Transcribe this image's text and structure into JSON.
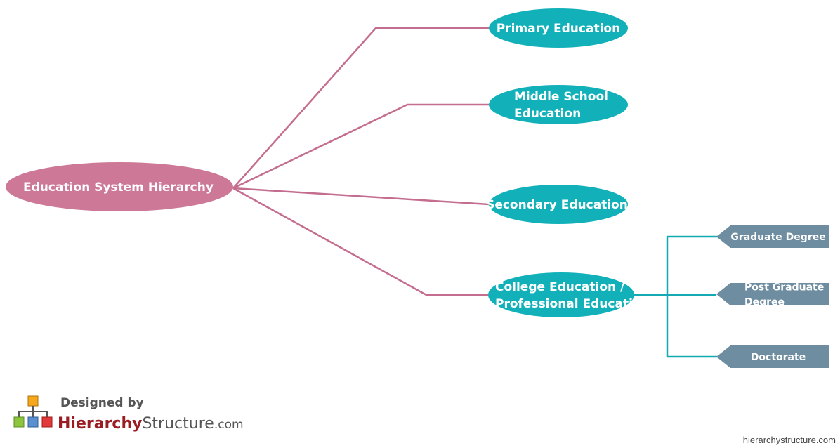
{
  "diagram": {
    "root": {
      "label": "Education System Hierarchy",
      "color": "#cc7896"
    },
    "levels": [
      {
        "lines": [
          "Primary Education"
        ]
      },
      {
        "lines": [
          "Middle School",
          "Education"
        ]
      },
      {
        "lines": [
          "Secondary Education"
        ]
      },
      {
        "lines": [
          "College Education /",
          "Professional Education"
        ]
      }
    ],
    "sub_levels": [
      {
        "lines": [
          "Graduate Degree"
        ]
      },
      {
        "lines": [
          "Post Graduate",
          "Degree"
        ]
      },
      {
        "lines": [
          "Doctorate"
        ]
      }
    ],
    "colors": {
      "level_fill": "#12b1ba",
      "sub_fill": "#6f8da1",
      "root_connector": "#c46d8f",
      "sub_connector": "#14aab4"
    }
  },
  "branding": {
    "designed_by": "Designed by",
    "brand_hierarchy": "Hierarchy",
    "brand_structure": "Structure",
    "brand_com": ".com",
    "footer_url": "hierarchystructure.com"
  }
}
